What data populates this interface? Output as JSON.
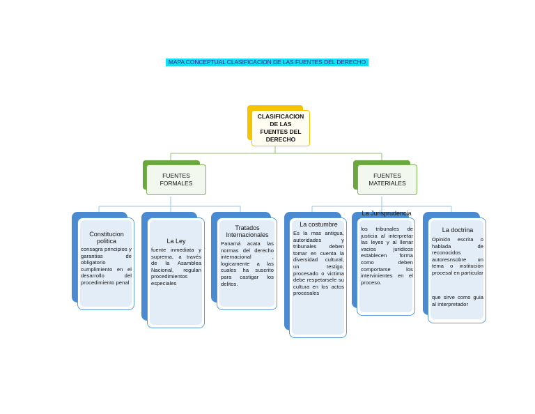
{
  "title": "MAPA CONCEPTUAL CLASIFICACION DE LAS FUENTES DEL DERECHO",
  "root": {
    "label": "CLASIFICACION DE LAS FUENTES DEL DERECHO",
    "color": "#f5c400"
  },
  "branches": [
    {
      "label": "FUENTES FORMALES",
      "color": "#6aa83f",
      "children": [
        {
          "title": "Constitucion politica",
          "body": "consagra principios y garantias de obligatorio cumplimiento en el desarrollo del procedimiento penal"
        },
        {
          "title": "La Ley",
          "body": "fuente inmediata y suprema, a través de la Asamblea Nacional, regulan procedimientos especiales"
        },
        {
          "title": "Tratados Internacionales",
          "body": "Panamá acata las normas del derecho internacional , logicamente a las cuales ha suscrito para castigar los delitos."
        }
      ]
    },
    {
      "label": "FUENTES MATERIALES",
      "color": "#6aa83f",
      "children": [
        {
          "title": "La costumbre",
          "body": "Es la mas antigua, autoridades y tribunales deben tomar en cuenta la diversidad cultural, un testigo, procesado o victima debe respetarsele su cultura en los actos procesales"
        },
        {
          "title": "La Jurisprudencia",
          "body": "los tribunales de justicia al interpretar las leyes y al llenar vacios juridicos establecen forma como deben comportarse los intervinientes en el proceso."
        },
        {
          "title": "La doctrina",
          "body": "Opinión escrita o hablada de reconocidos autoresnsobre un tema o institución procesal en particular",
          "body2": "que sirve como guia al interpretador"
        }
      ]
    }
  ],
  "colors": {
    "leaf_accent": "#4a8ad0",
    "title_highlight": "#13e0ef",
    "connector": "#9dc3e6"
  }
}
